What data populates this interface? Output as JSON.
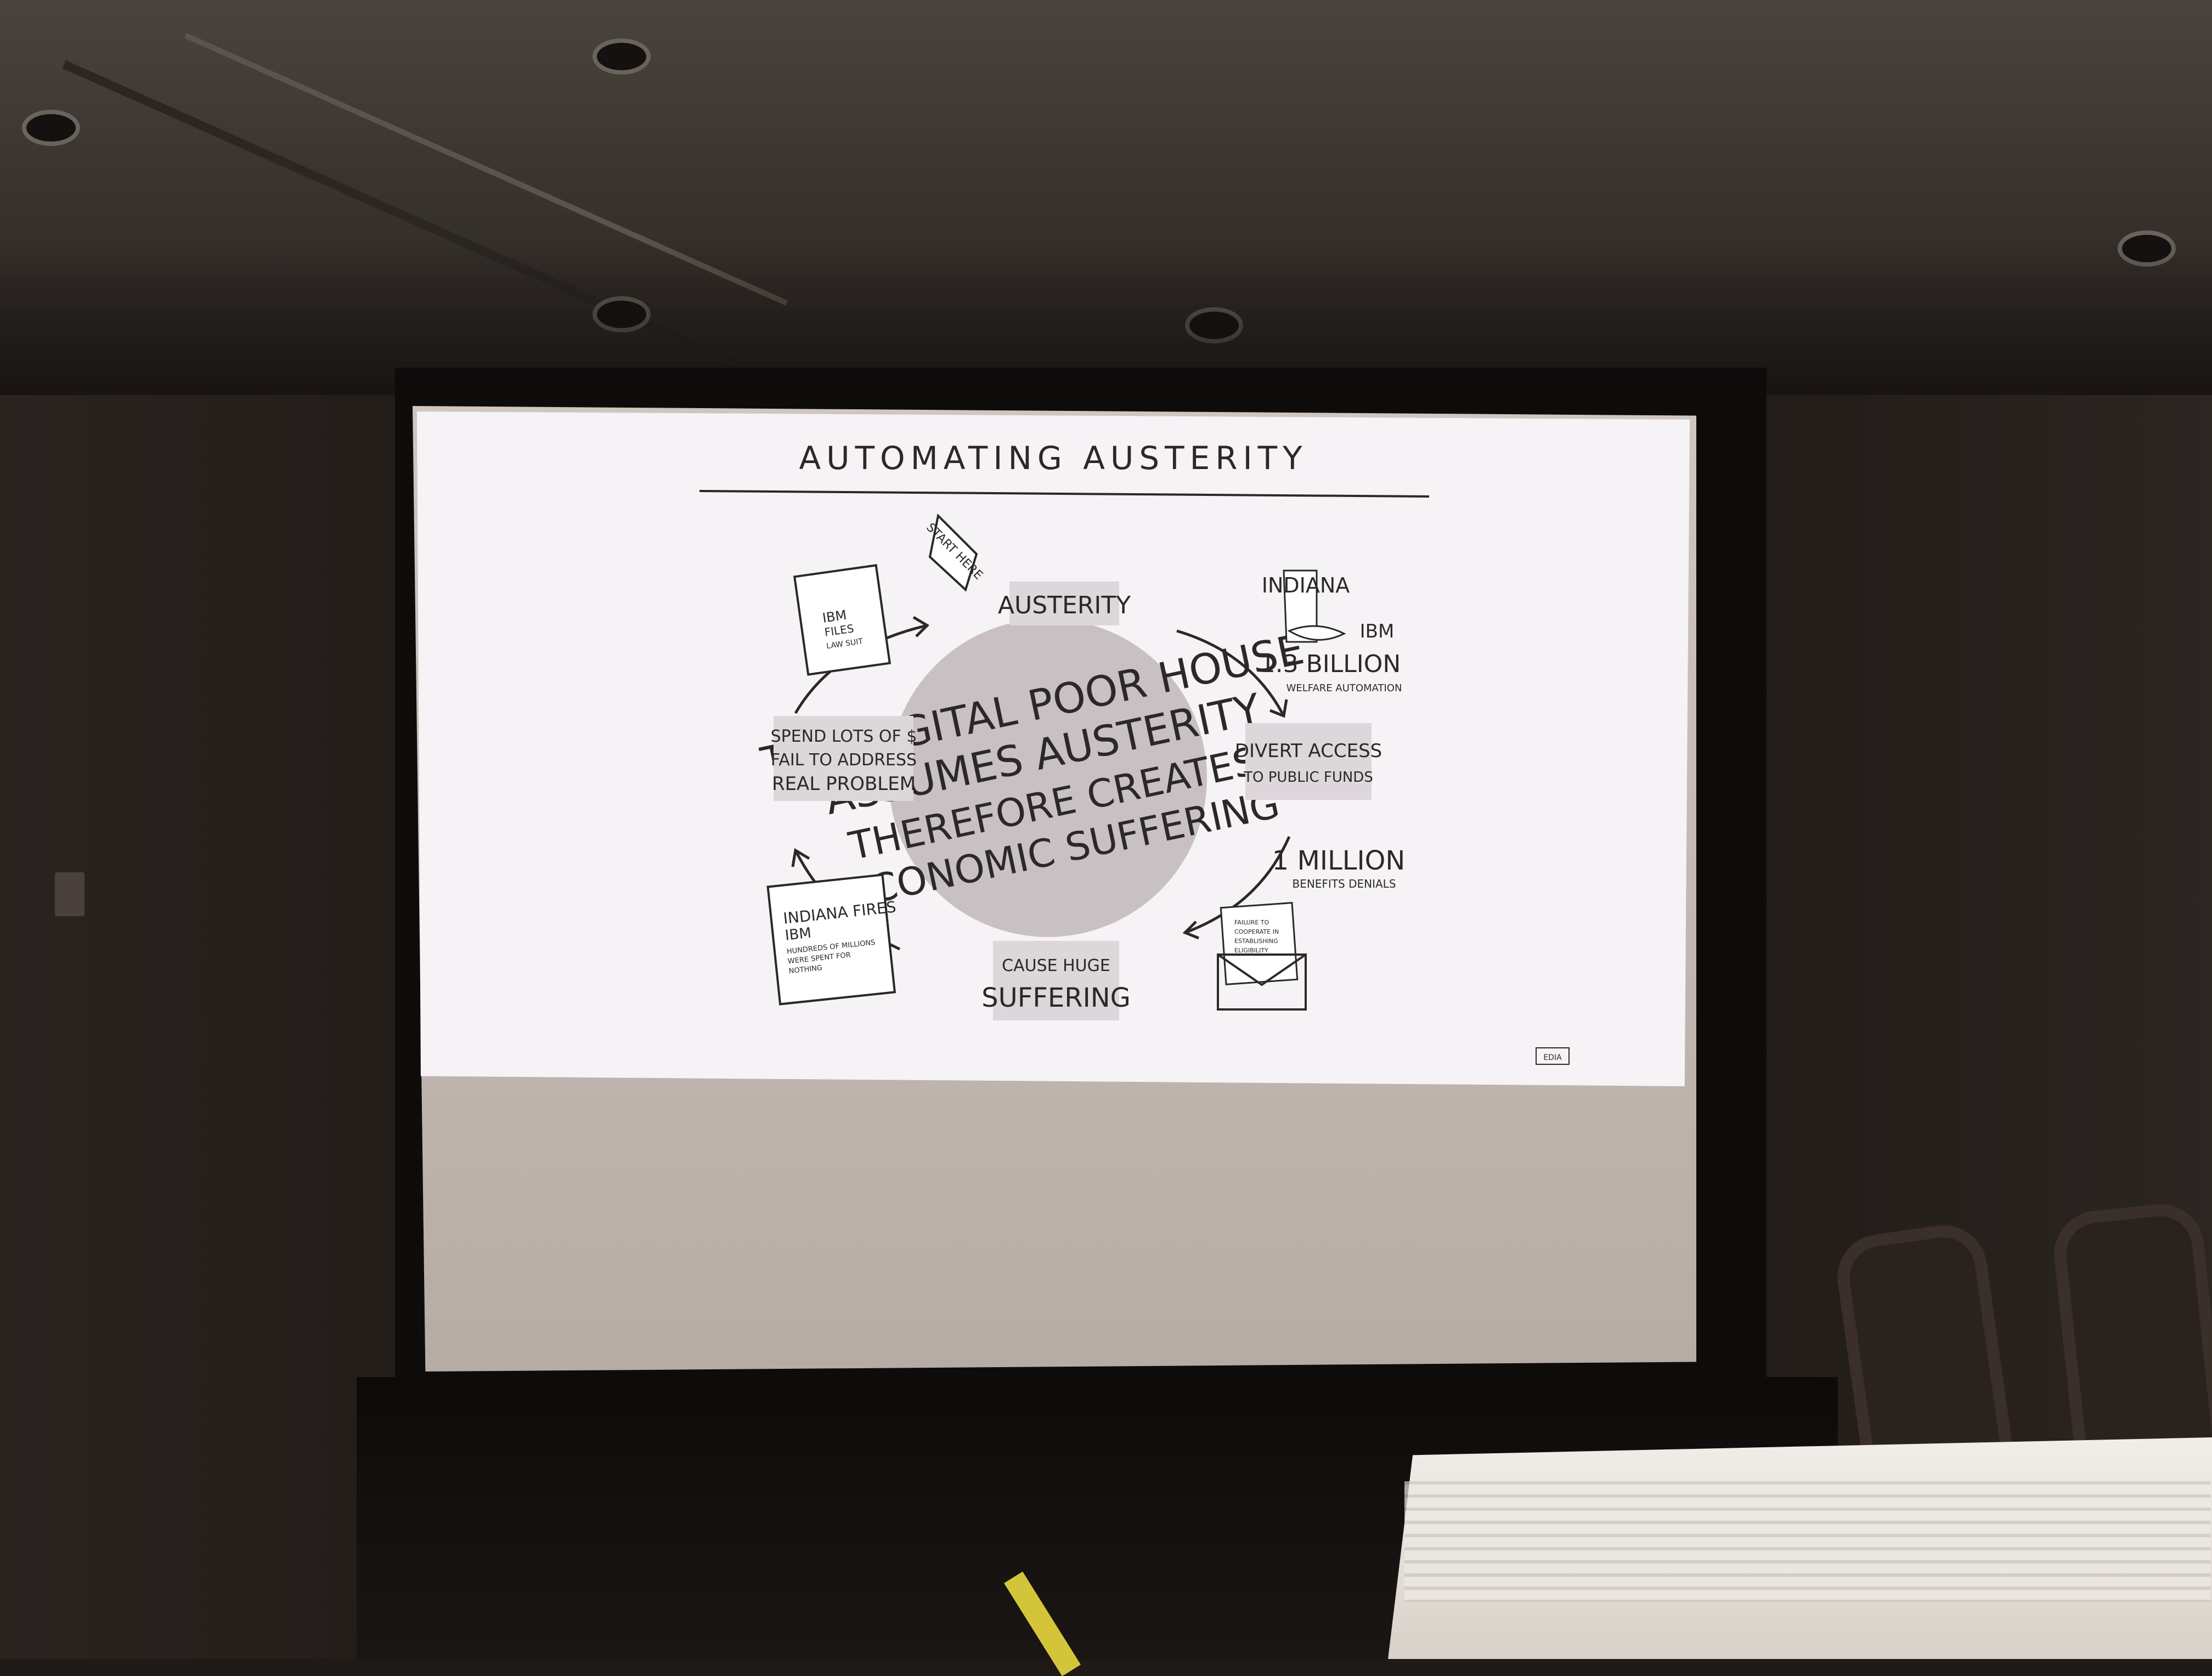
{
  "slide": {
    "title": "AUTOMATING AUSTERITY",
    "center": {
      "line1": "THE DIGITAL POOR HOUSE",
      "line2": "ASSUMES AUSTERITY",
      "line3": "THEREFORE CREATES",
      "line4": "ECONOMIC SUFFERING"
    },
    "start_flag": "START HERE",
    "nodes": {
      "austerity": "AUSTERITY",
      "divert_line1": "DIVERT ACCESS",
      "divert_line2": "TO PUBLIC FUNDS",
      "suffering_line1": "CAUSE HUGE",
      "suffering_line2": "SUFFERING",
      "spend_line1": "SPEND LOTS OF $",
      "spend_line2": "FAIL TO ADDRESS",
      "spend_line3": "REAL PROBLEM"
    },
    "annotations": {
      "indiana": "INDIANA",
      "ibm": "IBM",
      "billion": "1.3 BILLION",
      "welfare": "WELFARE AUTOMATION",
      "million": "1 MILLION",
      "denials": "BENEFITS DENIALS",
      "paper1_line1": "IBM",
      "paper1_line2": "FILES",
      "paper1_line3": "LAW SUIT",
      "paper2_line1": "INDIANA FIRES",
      "paper2_line2": "IBM",
      "paper2_line3": "HUNDREDS OF MILLIONS",
      "paper2_line4": "WERE SPENT FOR",
      "paper2_line5": "NOTHING",
      "letter_line1": "FAILURE TO",
      "letter_line2": "COOPERATE IN",
      "letter_line3": "ESTABLISHING",
      "letter_line4": "ELIGIBILITY"
    },
    "corner_logo": "EDIA"
  },
  "colors": {
    "slide_bg": "#f6f3f7",
    "ink": "#2b2828",
    "box": "#ddd6da",
    "circle": "#b9afb2"
  }
}
